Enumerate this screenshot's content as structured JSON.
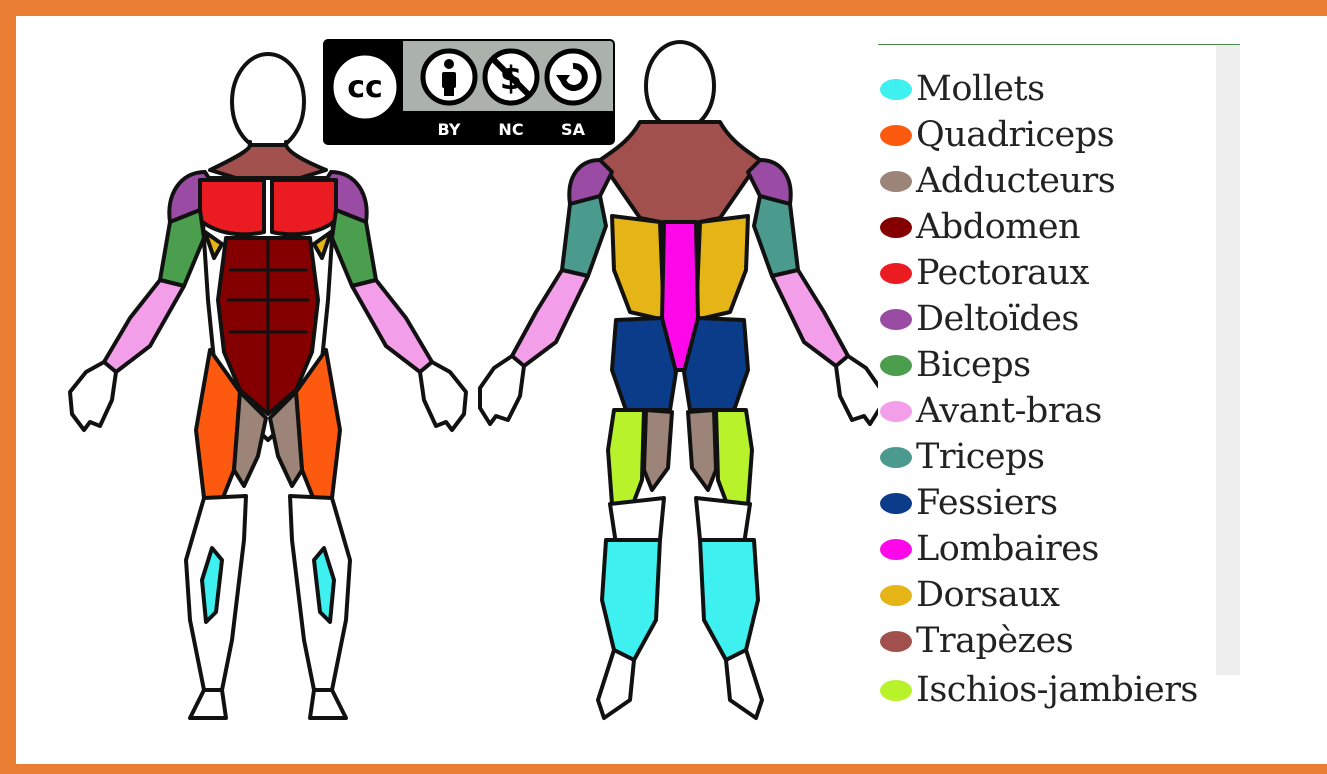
{
  "license_badge": {
    "icons": [
      "cc-icon",
      "by-person-icon",
      "nc-no-dollar-icon",
      "sa-share-alike-icon"
    ],
    "codes": [
      "BY",
      "NC",
      "SA"
    ]
  },
  "legend": {
    "items": [
      {
        "label": "Mollets",
        "color": "#3ef0f0"
      },
      {
        "label": "Quadriceps",
        "color": "#fd5a10"
      },
      {
        "label": "Adducteurs",
        "color": "#9c8479"
      },
      {
        "label": "Abdomen",
        "color": "#840000"
      },
      {
        "label": "Pectoraux",
        "color": "#ea1c22"
      },
      {
        "label": "Deltoïdes",
        "color": "#9a4ca4"
      },
      {
        "label": "Biceps",
        "color": "#4a9e4e"
      },
      {
        "label": "Avant-bras",
        "color": "#f39ee8"
      },
      {
        "label": "Triceps",
        "color": "#4a9a8d"
      },
      {
        "label": "Fessiers",
        "color": "#0a3c8a"
      },
      {
        "label": "Lombaires",
        "color": "#fe08ea"
      },
      {
        "label": "Dorsaux",
        "color": "#e5b416"
      },
      {
        "label": "Trapèzes",
        "color": "#a1504e"
      },
      {
        "label": "Ischios-jambiers",
        "color": "#b7f22b"
      }
    ]
  }
}
